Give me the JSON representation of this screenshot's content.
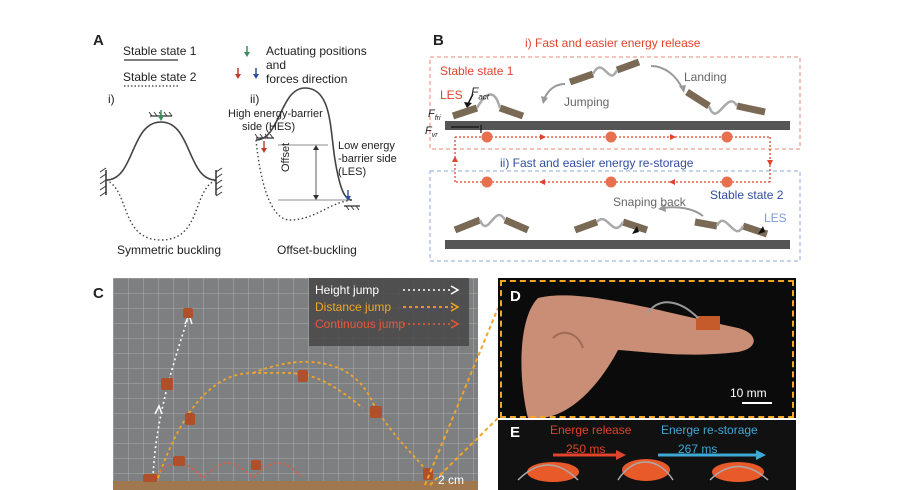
{
  "panels": {
    "a": {
      "label": "A",
      "legend_solid": "Stable state 1",
      "legend_dotted": "Stable state 2",
      "legend_actuating_line1": "Actuating positions",
      "legend_actuating_line2": "and",
      "legend_actuating_line3": "forces direction",
      "sub_i": "i)",
      "sub_ii": "ii)",
      "hes_line1": "High energy-barrier",
      "hes_line2": "side (HES)",
      "les_line1": "Low energy",
      "les_line2": "-barrier side",
      "les_line3": "(LES)",
      "offset": "Offset",
      "caption_i": "Symmetric buckling",
      "caption_ii": "Offset-buckling"
    },
    "b": {
      "label": "B",
      "title_i": "i) Fast and easier energy release",
      "state1": "Stable state 1",
      "les_top": "LES",
      "f_act": "F",
      "f_act_sub": "act",
      "f_fri": "F",
      "f_fri_sub": "fri",
      "f_vr": "F",
      "f_vr_sub": "vr",
      "jumping": "Jumping",
      "landing": "Landing",
      "title_ii": "ii) Fast and easier energy re-storage",
      "state2": "Stable state 2",
      "snapping": "Snaping back",
      "les_bottom": "LES"
    },
    "c": {
      "label": "C",
      "legend_height": "Height jump",
      "legend_distance": "Distance jump",
      "legend_continuous": "Continuous jump",
      "scale": "2 cm"
    },
    "d": {
      "label": "D",
      "scale": "10 mm"
    },
    "e": {
      "label": "E",
      "release": "Energe release",
      "release_time": "250 ms",
      "restorage": "Energe re-storage",
      "restorage_time": "267 ms"
    }
  },
  "colors": {
    "red_accent": "#e0442c",
    "blue_accent": "#2f4f9e",
    "orange_path": "#f3a524",
    "cyan_arrow": "#3fa9d6",
    "dashed_red_box": "#e98a7a",
    "dashed_blue_box": "#8fa7d6"
  }
}
